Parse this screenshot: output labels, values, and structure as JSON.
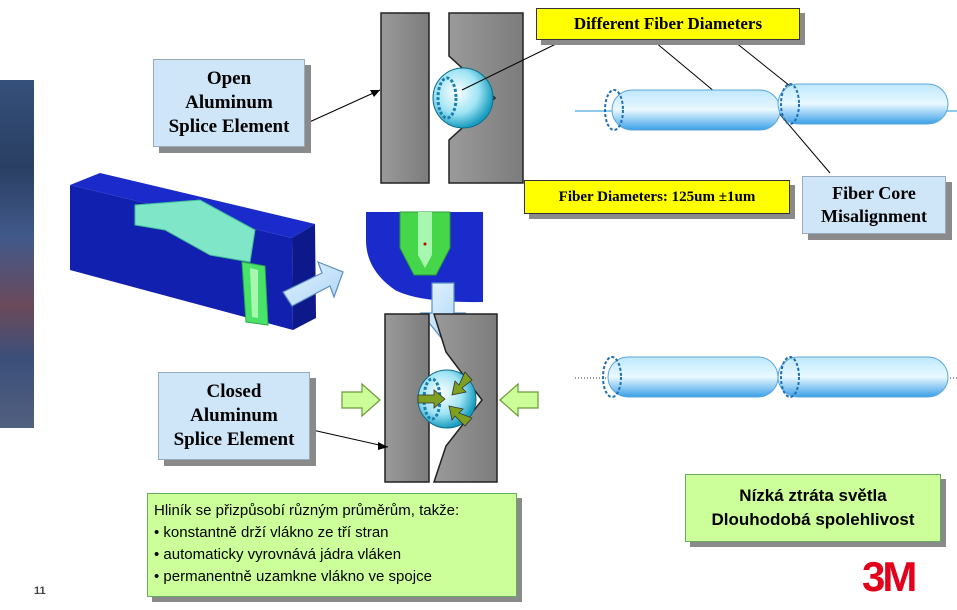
{
  "labels": {
    "open_element": [
      "Open",
      "Aluminum",
      "Splice Element"
    ],
    "closed_element": [
      "Closed",
      "Aluminum",
      "Splice Element"
    ],
    "different_diameters": "Different Fiber Diameters",
    "fiber_diameters": "Fiber Diameters: 125um ±1um",
    "core_misalignment": [
      "Fiber Core",
      "Misalignment"
    ]
  },
  "notes": {
    "intro": "Hliník se přizpůsobí různým průměrům, takže:",
    "bullets": [
      "• konstantně drží vlákno ze tří stran",
      "• automaticky vyrovnává jádra vláken",
      "• permanentně uzamkne vlákno ve spojce"
    ],
    "benefits": [
      "Nízká ztráta světla",
      "Dlouhodobá spolehlivost"
    ]
  },
  "footer": {
    "page_number": "11",
    "logo": "3M"
  },
  "colors": {
    "blue_callout": "#cfe6f8",
    "yellow_callout": "#ffff00",
    "green_callout": "#ccff99",
    "logo_red": "#e2001a"
  }
}
